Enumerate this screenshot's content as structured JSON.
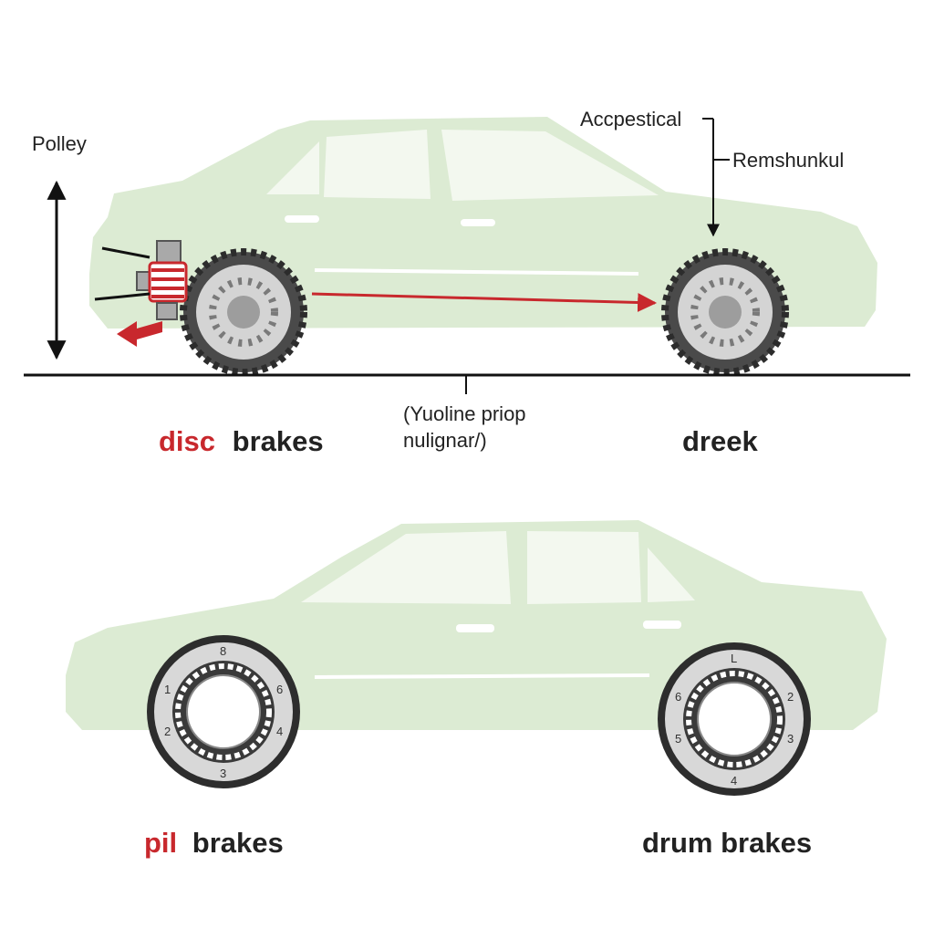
{
  "colors": {
    "car_body": "#dcebd3",
    "car_window": "#f3f8ef",
    "car_line": "#ffffff",
    "tire": "#4a4a4a",
    "rim": "#d4d4d4",
    "accent_red": "#c8282d",
    "text": "#222222"
  },
  "labels": {
    "polley": "Polley",
    "accpestical": "Accpestical",
    "remshunkul": "Remshunkul",
    "middle_note_line1": "(Yuoline priop",
    "middle_note_line2": "nulignar/)"
  },
  "captions": {
    "top_left": {
      "accent": "disc",
      "rest": "brakes"
    },
    "top_right": {
      "text": "dreek"
    },
    "bottom_left": {
      "accent": "pil",
      "rest": "brakes"
    },
    "bottom_right": {
      "text": "drum brakes"
    }
  },
  "drum_numbers": {
    "left_wheel": [
      "8",
      "6",
      "4",
      "3",
      "2",
      "1"
    ],
    "right_wheel": [
      "L",
      "2",
      "3",
      "4",
      "5",
      "6"
    ]
  },
  "icons": [
    "up-down-arrow-icon",
    "down-arrow-icon",
    "direction-arrow-icon",
    "caliper-arrow-icon"
  ]
}
